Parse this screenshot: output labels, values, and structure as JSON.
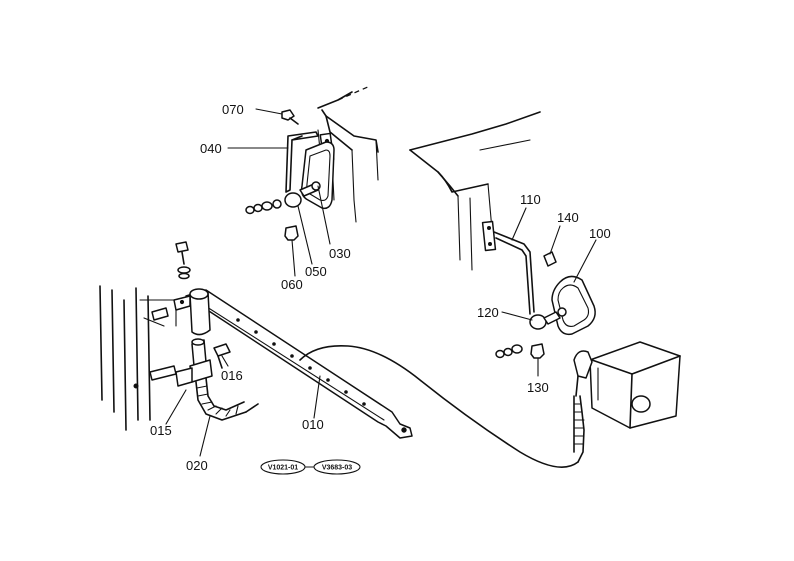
{
  "callouts": [
    {
      "id": "070",
      "text": "070"
    },
    {
      "id": "040",
      "text": "040"
    },
    {
      "id": "030",
      "text": "030"
    },
    {
      "id": "050",
      "text": "050"
    },
    {
      "id": "060",
      "text": "060"
    },
    {
      "id": "110",
      "text": "110"
    },
    {
      "id": "140",
      "text": "140"
    },
    {
      "id": "100",
      "text": "100"
    },
    {
      "id": "120",
      "text": "120"
    },
    {
      "id": "130",
      "text": "130"
    },
    {
      "id": "016",
      "text": "016"
    },
    {
      "id": "015",
      "text": "015"
    },
    {
      "id": "010",
      "text": "010"
    },
    {
      "id": "020",
      "text": "020"
    }
  ],
  "references": [
    {
      "text": "V1021-01"
    },
    {
      "text": "V3683-03"
    }
  ]
}
